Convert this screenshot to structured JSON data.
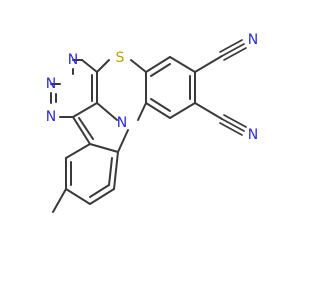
{
  "molecule": {
    "colors": {
      "bond": "#3a3a3a",
      "nitrogen": "#2b2bd8",
      "sulfur": "#b8a400",
      "background": "#ffffff"
    },
    "atoms": {
      "s_ring": "S",
      "n_pyr_top": "N",
      "n_pyr_mid": "N",
      "n_pyr_low": "N",
      "n_indole": "N",
      "n_cn_upper": "N",
      "n_cn_lower": "N"
    }
  }
}
